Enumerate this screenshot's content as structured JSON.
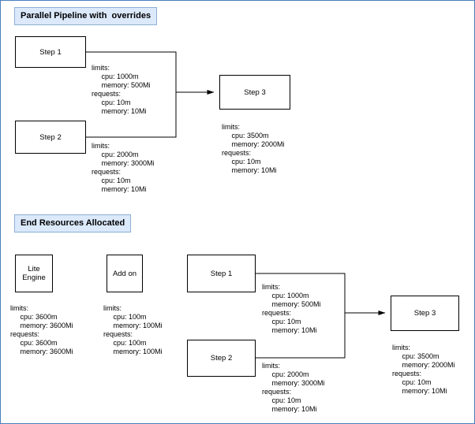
{
  "sections": {
    "pipeline": {
      "title": "Parallel Pipeline with  overrides",
      "nodes": {
        "step1": "Step 1",
        "step2": "Step 2",
        "step3": "Step 3"
      },
      "resources": {
        "step1": "limits:\n     cpu: 1000m\n     memory: 500Mi\nrequests:\n     cpu: 10m\n     memory: 10Mi",
        "step2": "limits:\n     cpu: 2000m\n     memory: 3000Mi\nrequests:\n     cpu: 10m\n     memory: 10Mi",
        "step3": "limits:\n     cpu: 3500m\n     memory: 2000Mi\nrequests:\n     cpu: 10m\n     memory: 10Mi"
      }
    },
    "end_resources": {
      "title": "End Resources Allocated",
      "nodes": {
        "lite_engine": "Lite\nEngine",
        "addon": "Add on",
        "step1": "Step 1",
        "step2": "Step 2",
        "step3": "Step 3"
      },
      "resources": {
        "lite_engine": "limits:\n     cpu: 3600m\n     memory: 3600Mi\nrequests:\n     cpu: 3600m\n     memory: 3600Mi",
        "addon": "limits:\n     cpu: 100m\n     memory: 100Mi\nrequests:\n     cpu: 100m\n     memory: 100Mi",
        "step1": "limits:\n     cpu: 1000m\n     memory: 500Mi\nrequests:\n     cpu: 10m\n     memory: 10Mi",
        "step2": "limits:\n     cpu: 2000m\n     memory: 3000Mi\nrequests:\n     cpu: 10m\n     memory: 10Mi",
        "step3": "limits:\n     cpu: 3500m\n     memory: 2000Mi\nrequests:\n     cpu: 10m\n     memory: 10Mi"
      }
    }
  },
  "colors": {
    "section_label_fill": "#dbe9fb",
    "section_label_border": "#8db0d3",
    "node_border": "#000000",
    "frame_border": "#4a7ebd",
    "connector": "#000000"
  }
}
